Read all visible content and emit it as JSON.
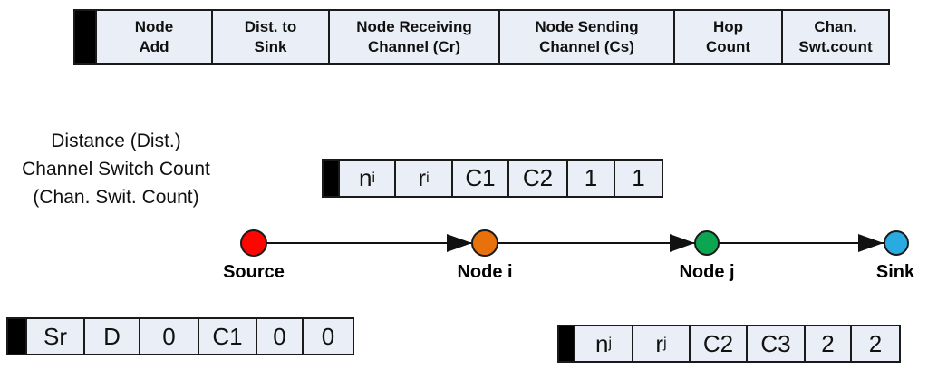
{
  "header_table": {
    "cells": [
      {
        "label": "Node\nAdd"
      },
      {
        "label": "Dist. to\nSink"
      },
      {
        "label": "Node Receiving\nChannel (Cr)"
      },
      {
        "label": "Node Sending\nChannel (Cs)"
      },
      {
        "label": "Hop\nCount"
      },
      {
        "label": "Chan.\nSwt.count"
      }
    ]
  },
  "legend_note": {
    "line1": "Distance (Dist.)",
    "line2": "Channel Switch Count",
    "line3": "(Chan. Swit. Count)"
  },
  "network": {
    "nodes": [
      {
        "label": "Source",
        "color": "#fe0500"
      },
      {
        "label": "Node i",
        "color": "#e8710c"
      },
      {
        "label": "Node j",
        "color": "#0ca651"
      },
      {
        "label": "Sink",
        "color": "#29abe2"
      }
    ]
  },
  "packets": {
    "node_i": {
      "cells": [
        {
          "base": "n",
          "sub": "i"
        },
        {
          "base": "r",
          "sub": "i"
        },
        {
          "base": "C1",
          "sub": ""
        },
        {
          "base": "C2",
          "sub": ""
        },
        {
          "base": "1",
          "sub": ""
        },
        {
          "base": "1",
          "sub": ""
        }
      ]
    },
    "source": {
      "cells": [
        {
          "base": "Sr",
          "sub": ""
        },
        {
          "base": "D",
          "sub": ""
        },
        {
          "base": "0",
          "sub": ""
        },
        {
          "base": "C1",
          "sub": ""
        },
        {
          "base": "0",
          "sub": ""
        },
        {
          "base": "0",
          "sub": ""
        }
      ]
    },
    "node_j": {
      "cells": [
        {
          "base": "n",
          "sub": "j"
        },
        {
          "base": "r",
          "sub": "j"
        },
        {
          "base": "C2",
          "sub": ""
        },
        {
          "base": "C3",
          "sub": ""
        },
        {
          "base": "2",
          "sub": ""
        },
        {
          "base": "2",
          "sub": ""
        }
      ]
    }
  },
  "colors": {
    "cell_fill": "#eaeff7",
    "border": "#1a1a1a",
    "marker": "#000000"
  }
}
